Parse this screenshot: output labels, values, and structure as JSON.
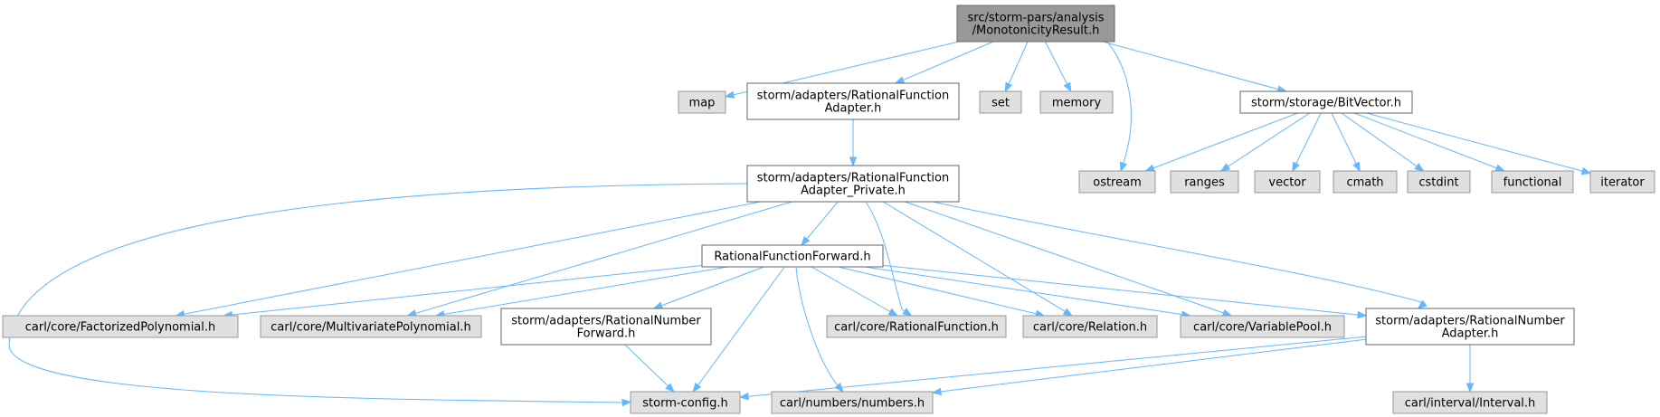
{
  "colors": {
    "root_fill": "#999999",
    "root_stroke": "#666666",
    "documented_fill": "#ffffff",
    "documented_stroke": "#666666",
    "external_fill": "#e0e0e0",
    "external_stroke": "#999999",
    "edge": "#63b8ff"
  },
  "nodes": [
    {
      "id": "root",
      "kind": "root",
      "lines": [
        "src/storm-pars/analysis",
        "/MonotonicityResult.h"
      ]
    },
    {
      "id": "map",
      "kind": "external",
      "lines": [
        "map"
      ]
    },
    {
      "id": "rfa",
      "kind": "documented",
      "lines": [
        "storm/adapters/RationalFunction",
        "Adapter.h"
      ]
    },
    {
      "id": "set",
      "kind": "external",
      "lines": [
        "set"
      ]
    },
    {
      "id": "memory",
      "kind": "external",
      "lines": [
        "memory"
      ]
    },
    {
      "id": "bitvector",
      "kind": "documented",
      "lines": [
        "storm/storage/BitVector.h"
      ]
    },
    {
      "id": "rfap",
      "kind": "documented",
      "lines": [
        "storm/adapters/RationalFunction",
        "Adapter_Private.h"
      ]
    },
    {
      "id": "ostream",
      "kind": "external",
      "lines": [
        "ostream"
      ]
    },
    {
      "id": "ranges",
      "kind": "external",
      "lines": [
        "ranges"
      ]
    },
    {
      "id": "vector",
      "kind": "external",
      "lines": [
        "vector"
      ]
    },
    {
      "id": "cmath",
      "kind": "external",
      "lines": [
        "cmath"
      ]
    },
    {
      "id": "cstdint",
      "kind": "external",
      "lines": [
        "cstdint"
      ]
    },
    {
      "id": "functional",
      "kind": "external",
      "lines": [
        "functional"
      ]
    },
    {
      "id": "iterator",
      "kind": "external",
      "lines": [
        "iterator"
      ]
    },
    {
      "id": "rff",
      "kind": "documented",
      "lines": [
        "RationalFunctionForward.h"
      ]
    },
    {
      "id": "factpoly",
      "kind": "external",
      "lines": [
        "carl/core/FactorizedPolynomial.h"
      ]
    },
    {
      "id": "multipoly",
      "kind": "external",
      "lines": [
        "carl/core/MultivariatePolynomial.h"
      ]
    },
    {
      "id": "rnf",
      "kind": "documented",
      "lines": [
        "storm/adapters/RationalNumber",
        "Forward.h"
      ]
    },
    {
      "id": "ratfunc",
      "kind": "external",
      "lines": [
        "carl/core/RationalFunction.h"
      ]
    },
    {
      "id": "relation",
      "kind": "external",
      "lines": [
        "carl/core/Relation.h"
      ]
    },
    {
      "id": "varpool",
      "kind": "external",
      "lines": [
        "carl/core/VariablePool.h"
      ]
    },
    {
      "id": "rna",
      "kind": "documented",
      "lines": [
        "storm/adapters/RationalNumber",
        "Adapter.h"
      ]
    },
    {
      "id": "stormconfig",
      "kind": "external",
      "lines": [
        "storm-config.h"
      ]
    },
    {
      "id": "numbers",
      "kind": "external",
      "lines": [
        "carl/numbers/numbers.h"
      ]
    },
    {
      "id": "interval",
      "kind": "external",
      "lines": [
        "carl/interval/Interval.h"
      ]
    }
  ],
  "edges": [
    [
      "root",
      "map"
    ],
    [
      "root",
      "rfa"
    ],
    [
      "root",
      "set"
    ],
    [
      "root",
      "memory"
    ],
    [
      "root",
      "ostream"
    ],
    [
      "root",
      "bitvector"
    ],
    [
      "rfa",
      "rfap"
    ],
    [
      "bitvector",
      "ostream"
    ],
    [
      "bitvector",
      "ranges"
    ],
    [
      "bitvector",
      "vector"
    ],
    [
      "bitvector",
      "cmath"
    ],
    [
      "bitvector",
      "cstdint"
    ],
    [
      "bitvector",
      "functional"
    ],
    [
      "bitvector",
      "iterator"
    ],
    [
      "rfap",
      "stormconfig"
    ],
    [
      "rfap",
      "rff"
    ],
    [
      "rfap",
      "factpoly"
    ],
    [
      "rfap",
      "multipoly"
    ],
    [
      "rfap",
      "ratfunc"
    ],
    [
      "rfap",
      "relation"
    ],
    [
      "rfap",
      "varpool"
    ],
    [
      "rfap",
      "rna"
    ],
    [
      "rff",
      "factpoly"
    ],
    [
      "rff",
      "multipoly"
    ],
    [
      "rff",
      "rnf"
    ],
    [
      "rff",
      "stormconfig"
    ],
    [
      "rff",
      "numbers"
    ],
    [
      "rff",
      "ratfunc"
    ],
    [
      "rff",
      "relation"
    ],
    [
      "rff",
      "varpool"
    ],
    [
      "rff",
      "rna"
    ],
    [
      "rnf",
      "stormconfig"
    ],
    [
      "rna",
      "stormconfig"
    ],
    [
      "rna",
      "numbers"
    ],
    [
      "rna",
      "interval"
    ]
  ]
}
